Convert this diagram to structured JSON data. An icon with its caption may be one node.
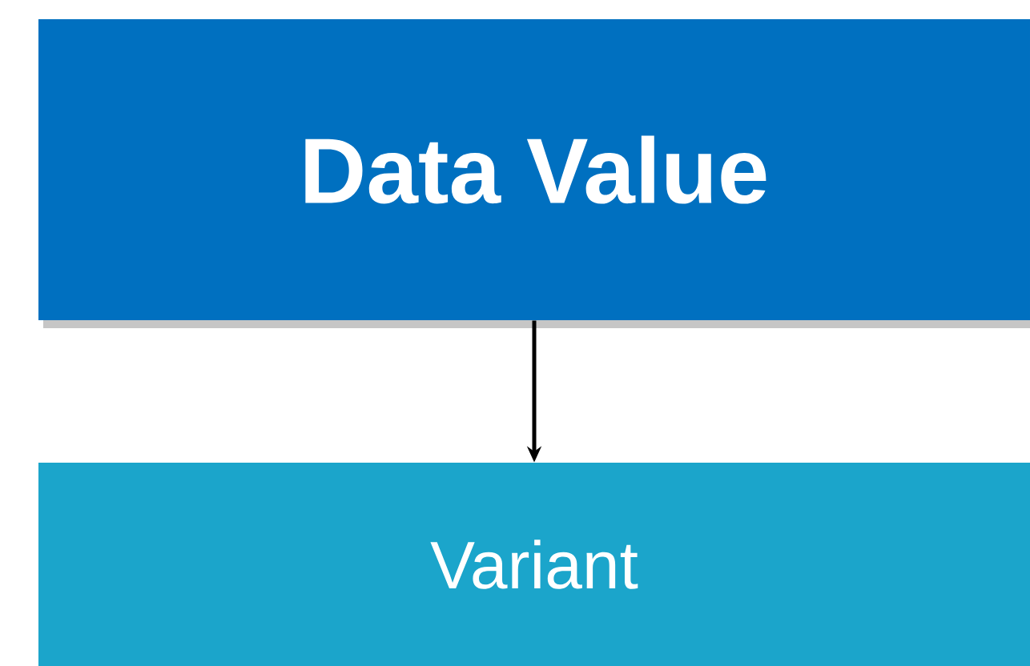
{
  "diagram": {
    "nodes": [
      {
        "text": [
          "Data Value"
        ]
      },
      {
        "text": [
          "Variant"
        ]
      }
    ],
    "edges": [
      {
        "from": 0,
        "to": 1,
        "arrow": "to"
      }
    ]
  }
}
